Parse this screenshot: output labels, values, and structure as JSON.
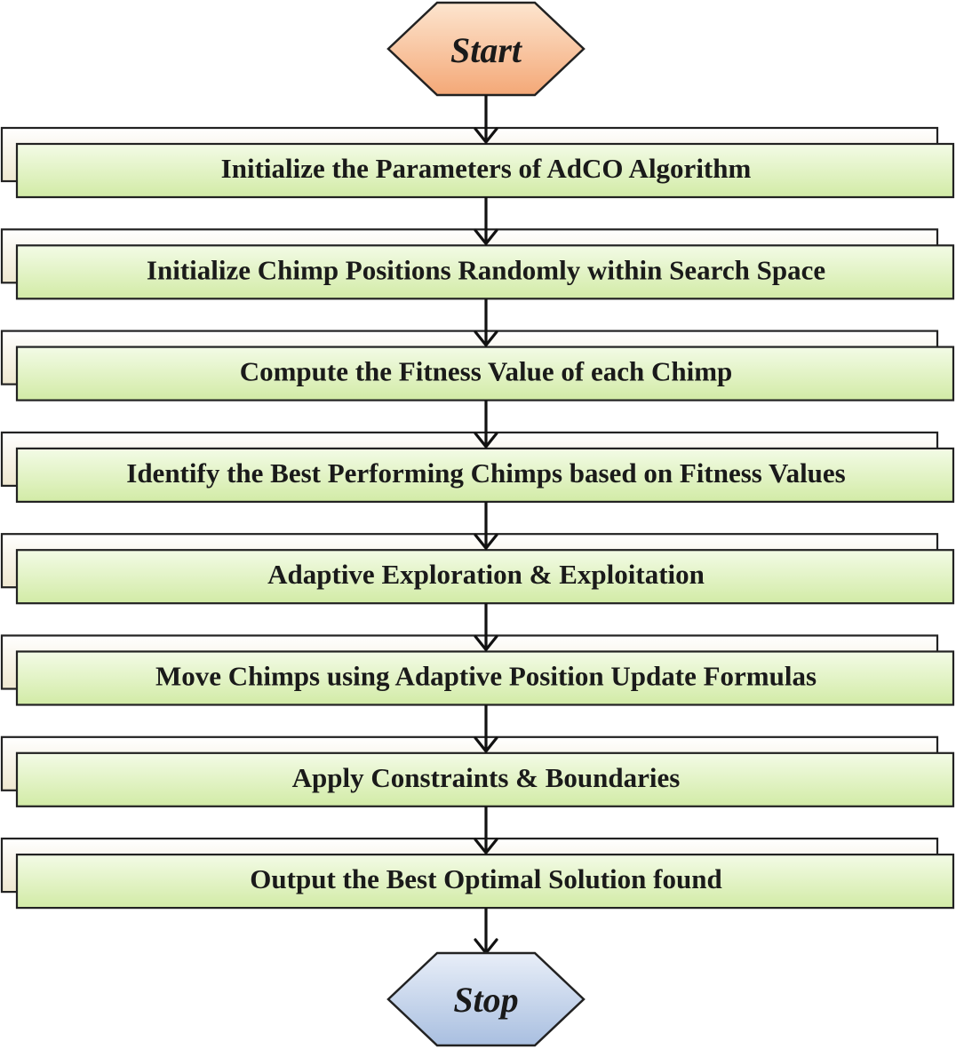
{
  "flowchart": {
    "start": {
      "label": "Start",
      "fill_top": "#fde5cf",
      "fill_bottom": "#f4a877"
    },
    "stop": {
      "label": "Stop",
      "fill_top": "#e8eef8",
      "fill_bottom": "#a9bfe0"
    },
    "step_colors": {
      "fill_top": "#f3fbe6",
      "fill_bottom": "#d2eba6",
      "shadow": "#f4f1e2",
      "stroke": "#222222"
    },
    "steps": [
      {
        "label": "Initialize the Parameters of AdCO Algorithm"
      },
      {
        "label": "Initialize Chimp Positions Randomly within Search Space"
      },
      {
        "label": "Compute the Fitness Value of each Chimp"
      },
      {
        "label": "Identify the Best Performing Chimps based on Fitness Values"
      },
      {
        "label": "Adaptive Exploration & Exploitation"
      },
      {
        "label": "Move Chimps using Adaptive Position Update Formulas"
      },
      {
        "label": "Apply Constraints & Boundaries"
      },
      {
        "label": "Output the Best Optimal Solution found"
      }
    ]
  }
}
